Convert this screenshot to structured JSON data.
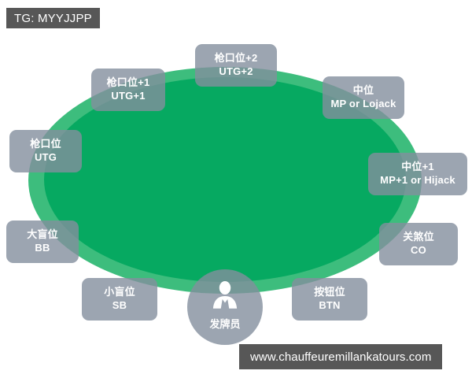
{
  "watermarks": {
    "top_left": "TG: MYYJJPP",
    "bottom_right": "www.chauffeuremillankatours.com"
  },
  "table": {
    "outer_ring_color": "#3dbd7d",
    "felt_color": "#06a961",
    "card_color": "#838e9e",
    "card_text_color": "#ffffff",
    "background_color": "#ffffff"
  },
  "dealer": {
    "label": "发牌员",
    "icon": "person-icon"
  },
  "positions": [
    {
      "cn": "枪口位+2",
      "en": "UTG+2"
    },
    {
      "cn": "枪口位+1",
      "en": "UTG+1"
    },
    {
      "cn": "枪口位",
      "en": "UTG"
    },
    {
      "cn": "大盲位",
      "en": "BB"
    },
    {
      "cn": "小盲位",
      "en": "SB"
    },
    {
      "cn": "按钮位",
      "en": "BTN"
    },
    {
      "cn": "关煞位",
      "en": "CO"
    },
    {
      "cn": "中位+1",
      "en": "MP+1 or Hijack"
    },
    {
      "cn": "中位",
      "en": "MP or Lojack"
    }
  ]
}
